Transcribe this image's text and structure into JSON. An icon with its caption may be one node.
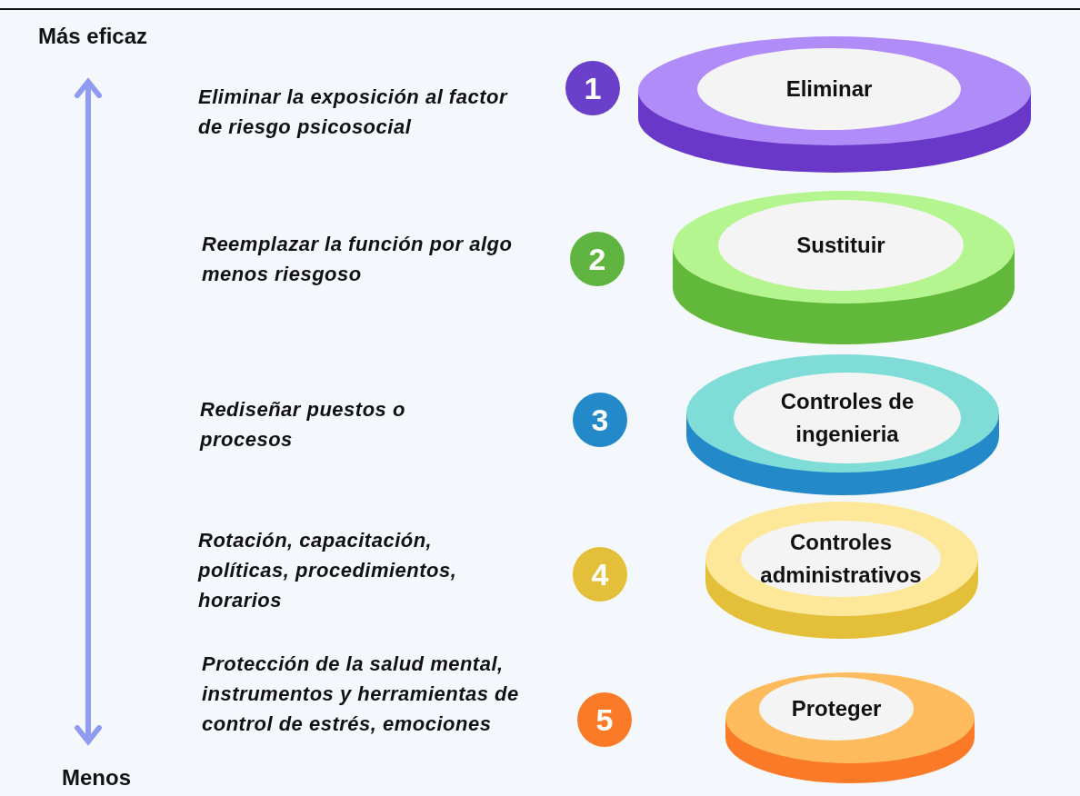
{
  "diagram": {
    "nodes": [
      {
        "text": [
          "1"
        ]
      },
      {
        "text": [
          "Eliminar"
        ]
      },
      {
        "text": [
          "2"
        ]
      },
      {
        "text": [
          "Sustituir"
        ]
      },
      {
        "text": [
          "3"
        ]
      },
      {
        "text": [
          "Controles de ingenieria"
        ]
      },
      {
        "text": [
          "4"
        ]
      },
      {
        "text": [
          "Controles administrativos"
        ]
      },
      {
        "text": [
          "5"
        ]
      },
      {
        "text": [
          "Proteger"
        ]
      }
    ],
    "edges": [],
    "labels": [
      "Más eficaz",
      "Eliminar la exposición al factor de riesgo psicosocial",
      "Reemplazar la función por algo menos riesgoso",
      "Rediseñar puestos o procesos",
      "Rotación, capacitación, políticas, procedimientos, horarios",
      "Protección de la salud mental, instrumentos y herramientas de control de estrés, emociones",
      "Menos"
    ]
  }
}
